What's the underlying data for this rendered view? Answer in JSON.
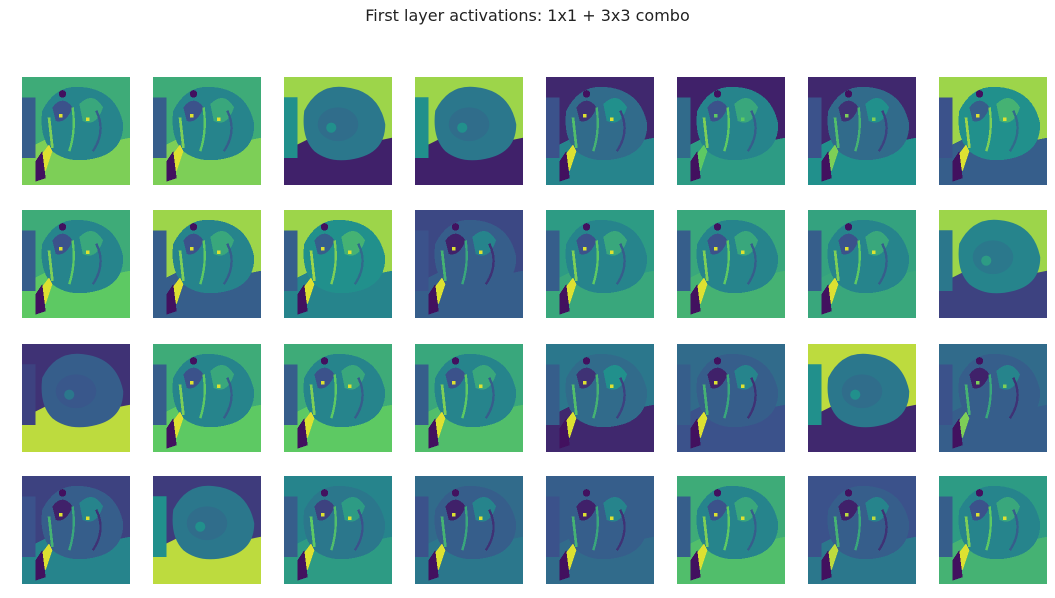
{
  "figure": {
    "title": "First layer activations: 1x1 + 3x3 combo",
    "rows": 4,
    "cols": 8,
    "colormap": [
      "#440154",
      "#3b528b",
      "#21908c",
      "#5dc963",
      "#fde725"
    ],
    "subject": "cat-photo-feature-map",
    "tiles": [
      {
        "bg": 0.62,
        "fg": 0.45,
        "acc": 0.95,
        "bot": 0.8,
        "left": 0.3
      },
      {
        "bg": 0.62,
        "fg": 0.45,
        "acc": 0.95,
        "bot": 0.8,
        "left": 0.3
      },
      {
        "bg": 0.85,
        "fg": 0.4,
        "acc": 0.55,
        "bot": 0.1,
        "left": 0.5,
        "blur": 1
      },
      {
        "bg": 0.85,
        "fg": 0.4,
        "acc": 0.55,
        "bot": 0.1,
        "left": 0.5,
        "blur": 1
      },
      {
        "bg": 0.12,
        "fg": 0.35,
        "acc": 0.95,
        "bot": 0.45,
        "left": 0.25
      },
      {
        "bg": 0.1,
        "fg": 0.45,
        "acc": 0.75,
        "bot": 0.55,
        "left": 0.35
      },
      {
        "bg": 0.12,
        "fg": 0.35,
        "acc": 0.8,
        "bot": 0.5,
        "left": 0.25
      },
      {
        "bg": 0.85,
        "fg": 0.5,
        "acc": 0.95,
        "bot": 0.3,
        "left": 0.25
      },
      {
        "bg": 0.62,
        "fg": 0.45,
        "acc": 0.95,
        "bot": 0.75,
        "left": 0.3
      },
      {
        "bg": 0.85,
        "fg": 0.45,
        "acc": 0.95,
        "bot": 0.3,
        "left": 0.3
      },
      {
        "bg": 0.85,
        "fg": 0.5,
        "acc": 0.95,
        "bot": 0.45,
        "left": 0.3
      },
      {
        "bg": 0.22,
        "fg": 0.3,
        "acc": 0.95,
        "bot": 0.3,
        "left": 0.25
      },
      {
        "bg": 0.55,
        "fg": 0.45,
        "acc": 0.95,
        "bot": 0.6,
        "left": 0.3
      },
      {
        "bg": 0.6,
        "fg": 0.45,
        "acc": 0.95,
        "bot": 0.65,
        "left": 0.3
      },
      {
        "bg": 0.58,
        "fg": 0.45,
        "acc": 0.95,
        "bot": 0.6,
        "left": 0.3
      },
      {
        "bg": 0.85,
        "fg": 0.45,
        "acc": 0.6,
        "bot": 0.2,
        "left": 0.4,
        "blur": 1
      },
      {
        "bg": 0.15,
        "fg": 0.3,
        "acc": 0.9,
        "bot": 0.9,
        "left": 0.2,
        "blur": 1
      },
      {
        "bg": 0.62,
        "fg": 0.45,
        "acc": 0.95,
        "bot": 0.75,
        "left": 0.3
      },
      {
        "bg": 0.62,
        "fg": 0.45,
        "acc": 0.95,
        "bot": 0.75,
        "left": 0.3
      },
      {
        "bg": 0.6,
        "fg": 0.45,
        "acc": 0.95,
        "bot": 0.7,
        "left": 0.3
      },
      {
        "bg": 0.4,
        "fg": 0.35,
        "acc": 0.95,
        "bot": 0.12,
        "left": 0.3
      },
      {
        "bg": 0.35,
        "fg": 0.3,
        "acc": 0.95,
        "bot": 0.25,
        "left": 0.3
      },
      {
        "bg": 0.9,
        "fg": 0.4,
        "acc": 0.55,
        "bot": 0.12,
        "left": 0.5,
        "blur": 1
      },
      {
        "bg": 0.35,
        "fg": 0.3,
        "acc": 0.8,
        "bot": 0.3,
        "left": 0.25
      },
      {
        "bg": 0.2,
        "fg": 0.3,
        "acc": 0.95,
        "bot": 0.45,
        "left": 0.25
      },
      {
        "bg": 0.18,
        "fg": 0.4,
        "acc": 0.8,
        "bot": 0.9,
        "left": 0.5,
        "blur": 1
      },
      {
        "bg": 0.45,
        "fg": 0.4,
        "acc": 0.95,
        "bot": 0.55,
        "left": 0.3
      },
      {
        "bg": 0.35,
        "fg": 0.3,
        "acc": 0.95,
        "bot": 0.4,
        "left": 0.25
      },
      {
        "bg": 0.3,
        "fg": 0.3,
        "acc": 0.95,
        "bot": 0.35,
        "left": 0.25
      },
      {
        "bg": 0.62,
        "fg": 0.45,
        "acc": 0.95,
        "bot": 0.7,
        "left": 0.3
      },
      {
        "bg": 0.25,
        "fg": 0.3,
        "acc": 0.9,
        "bot": 0.4,
        "left": 0.25
      },
      {
        "bg": 0.55,
        "fg": 0.45,
        "acc": 0.95,
        "bot": 0.65,
        "left": 0.3
      }
    ]
  }
}
